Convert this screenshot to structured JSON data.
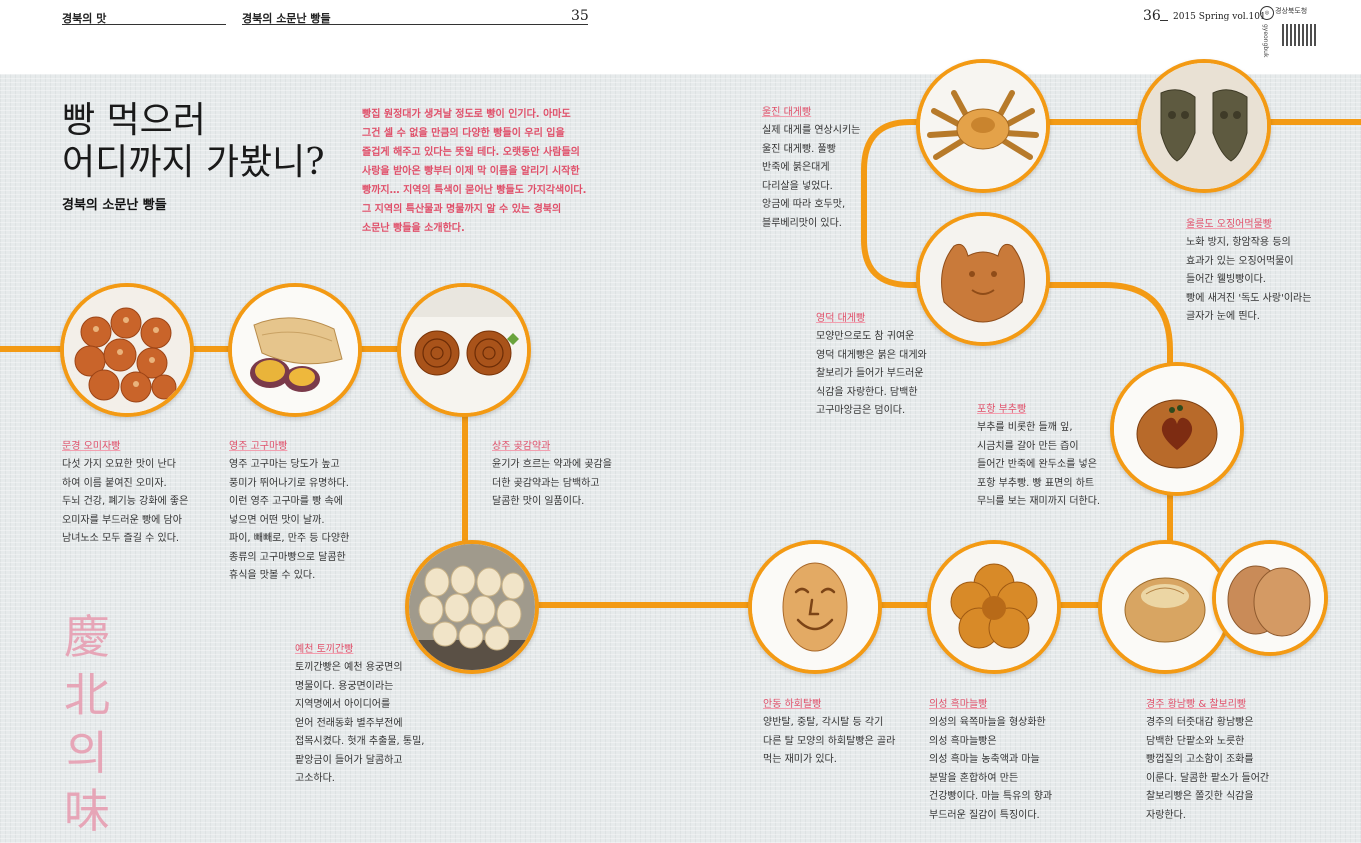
{
  "header": {
    "left_section": "경북의 맛",
    "left_page_title": "경북의 소문난 빵들",
    "left_folio": "35",
    "right_folio": "36",
    "issue": "2015 Spring   vol.101",
    "logo_text": "경상북도청"
  },
  "title": {
    "main": "빵 먹으러\n어디까지 가봤니?",
    "subtitle": "경북의 소문난 빵들"
  },
  "intro": "빵집 원정대가 생겨날 정도로 빵이 인기다. 아마도\n그건 셀 수 없을 만큼의 다양한 빵들이 우리 입을\n즐겁게 해주고 있다는 뜻일 테다. 오랫동안 사람들의\n사랑을 받아온 빵부터 이제 막 이름을 알리기 시작한\n빵까지… 지역의 특색이 묻어난 빵들도 가지각색이다.\n그 지역의 특산물과 명물까지 알 수 있는 경북의\n소문난 빵들을 소개한다.",
  "calligraphy": [
    "慶",
    "北",
    "의",
    "味"
  ],
  "breads": [
    {
      "id": "mungyeong",
      "name": "문경 오미자빵",
      "text": "다섯 가지 오묘한 맛이 난다\n하여 이름 붙여진 오미자.\n두뇌 건강, 폐기능 강화에 좋은\n오미자를 부드러운 빵에 담아\n남녀노소 모두 즐길 수 있다."
    },
    {
      "id": "yeongju",
      "name": "영주 고구마빵",
      "text": "영주 고구마는 당도가 높고\n풍미가 뛰어나기로 유명하다.\n이런 영주 고구마를 빵 속에\n넣으면 어떤 맛이 날까.\n파이, 빼빼로, 만주 등 다양한\n종류의 고구마빵으로 달콤한\n휴식을 맛볼 수 있다."
    },
    {
      "id": "sangju",
      "name": "상주 곶감약과",
      "text": "윤기가 흐르는 약과에 곶감을\n더한 곶감약과는 담백하고\n달콤한 맛이 일품이다."
    },
    {
      "id": "yecheon",
      "name": "예천 토끼간빵",
      "text": "토끼간빵은 예천 용궁면의\n명물이다. 용궁면이라는\n지역명에서 아이디어를\n얻어 전래동화 별주부전에\n접목시켰다. 헛개 추출물, 통밀,\n팥앙금이 들어가 달콤하고\n고소하다."
    },
    {
      "id": "uljin",
      "name": "울진 대게빵",
      "text": "실제 대게를 연상시키는\n울진 대게빵. 풀빵\n반죽에 붉은대게\n다리살을 넣었다.\n앙금에 따라 호두맛,\n블루베리맛이 있다."
    },
    {
      "id": "ulleungdo",
      "name": "울릉도 오징어먹물빵",
      "text": "노화 방지, 항암작용 등의\n효과가 있는 오징어먹물이\n들어간 웰빙빵이다.\n빵에 새겨진 '독도 사랑'이라는\n글자가 눈에 띈다."
    },
    {
      "id": "yeongdeok",
      "name": "영덕 대게빵",
      "text": "모양만으로도 참 귀여운\n영덕 대게빵은 붉은 대게와\n찰보리가 들어가 부드러운\n식감을 자랑한다. 담백한\n고구마앙금은 덤이다."
    },
    {
      "id": "pohang",
      "name": "포항 부추빵",
      "text": "부추를 비롯한 들깨 잎,\n시금치를 갈아 만든 즙이\n들어간 반죽에 완두소를 넣은\n포항 부추빵. 빵 표면의 하트\n무늬를 보는 재미까지 더한다."
    },
    {
      "id": "andong",
      "name": "안동 하회탈빵",
      "text": "양반탈, 중탈, 각시탈 등 각기\n다른 탈 모양의 하회탈빵은 골라\n먹는 재미가 있다."
    },
    {
      "id": "uiseong",
      "name": "의성 흑마늘빵",
      "text": "의성의 육쪽마늘을 형상화한\n의성 흑마늘빵은\n의성 흑마늘 농축액과 마늘\n분말을 혼합하여 만든\n건강빵이다. 마늘 특유의 향과\n부드러운 질감이 특징이다."
    },
    {
      "id": "gyeongju",
      "name": "경주 황남빵 & 찰보리빵",
      "text": "경주의 터줏대감 황남빵은\n담백한 단팥소와 노릇한\n빵껍질의 고소함이 조화를\n이룬다. 달콤한 팥소가 들어간\n찰보리빵은 쫄깃한 식감을\n자랑한다."
    }
  ]
}
